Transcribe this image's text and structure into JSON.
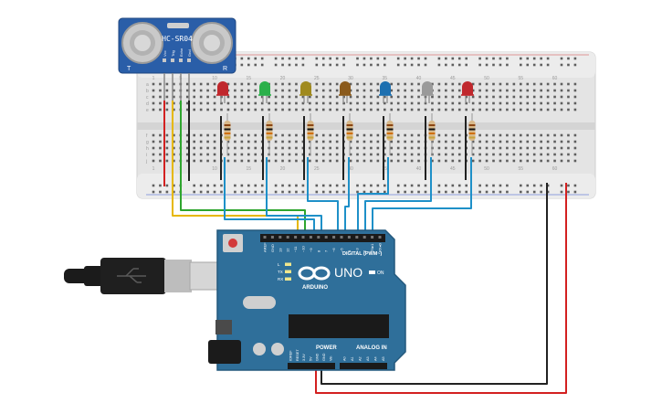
{
  "colors": {
    "board": "#2f6f9a",
    "board_dark": "#24597d",
    "breadboard": "#e6e6e6",
    "wire_red": "#d32020",
    "wire_black": "#222222",
    "wire_yellow": "#e6b800",
    "wire_green": "#2fa52f",
    "wire_blue": "#1e90c8",
    "sensor": "#2a5ea8"
  },
  "sensor": {
    "model": "HC-SR04",
    "left_mark": "T",
    "right_mark": "R",
    "pins": [
      "Vcc",
      "Trig",
      "Echo",
      "Gnd"
    ]
  },
  "breadboard": {
    "column_numbers": [
      "1",
      "5",
      "10",
      "15",
      "20",
      "25",
      "30",
      "35",
      "40",
      "45",
      "50",
      "55",
      "60"
    ],
    "row_letters_top": [
      "a",
      "b",
      "c",
      "d",
      "e"
    ],
    "row_letters_bottom": [
      "f",
      "g",
      "h",
      "i",
      "j"
    ]
  },
  "leds": [
    {
      "color": "#c0282d"
    },
    {
      "color": "#2bb04a"
    },
    {
      "color": "#a08a1e"
    },
    {
      "color": "#8a5a1c"
    },
    {
      "color": "#1c6fb0"
    },
    {
      "color": "#9a9a9a"
    },
    {
      "color": "#c0282d"
    }
  ],
  "arduino": {
    "brand": "ARDUINO",
    "model": "UNO",
    "digital_label": "DIGITAL (PWM~)",
    "power_label": "POWER",
    "analog_label": "ANALOG IN",
    "on_label": "ON",
    "led_labels": [
      "L",
      "TX",
      "RX"
    ],
    "top_pins": [
      "AREF",
      "GND",
      "13",
      "12",
      "~11",
      "~10",
      "~9",
      "8",
      "7",
      "~6",
      "~5",
      "4",
      "~3",
      "2",
      "TX▸1",
      "RX◂0"
    ],
    "power_pins": [
      "IOREF",
      "RESET",
      "3.3V",
      "5V",
      "GND",
      "GND",
      "Vin"
    ],
    "analog_pins": [
      "A0",
      "A1",
      "A2",
      "A3",
      "A4",
      "A5"
    ]
  }
}
